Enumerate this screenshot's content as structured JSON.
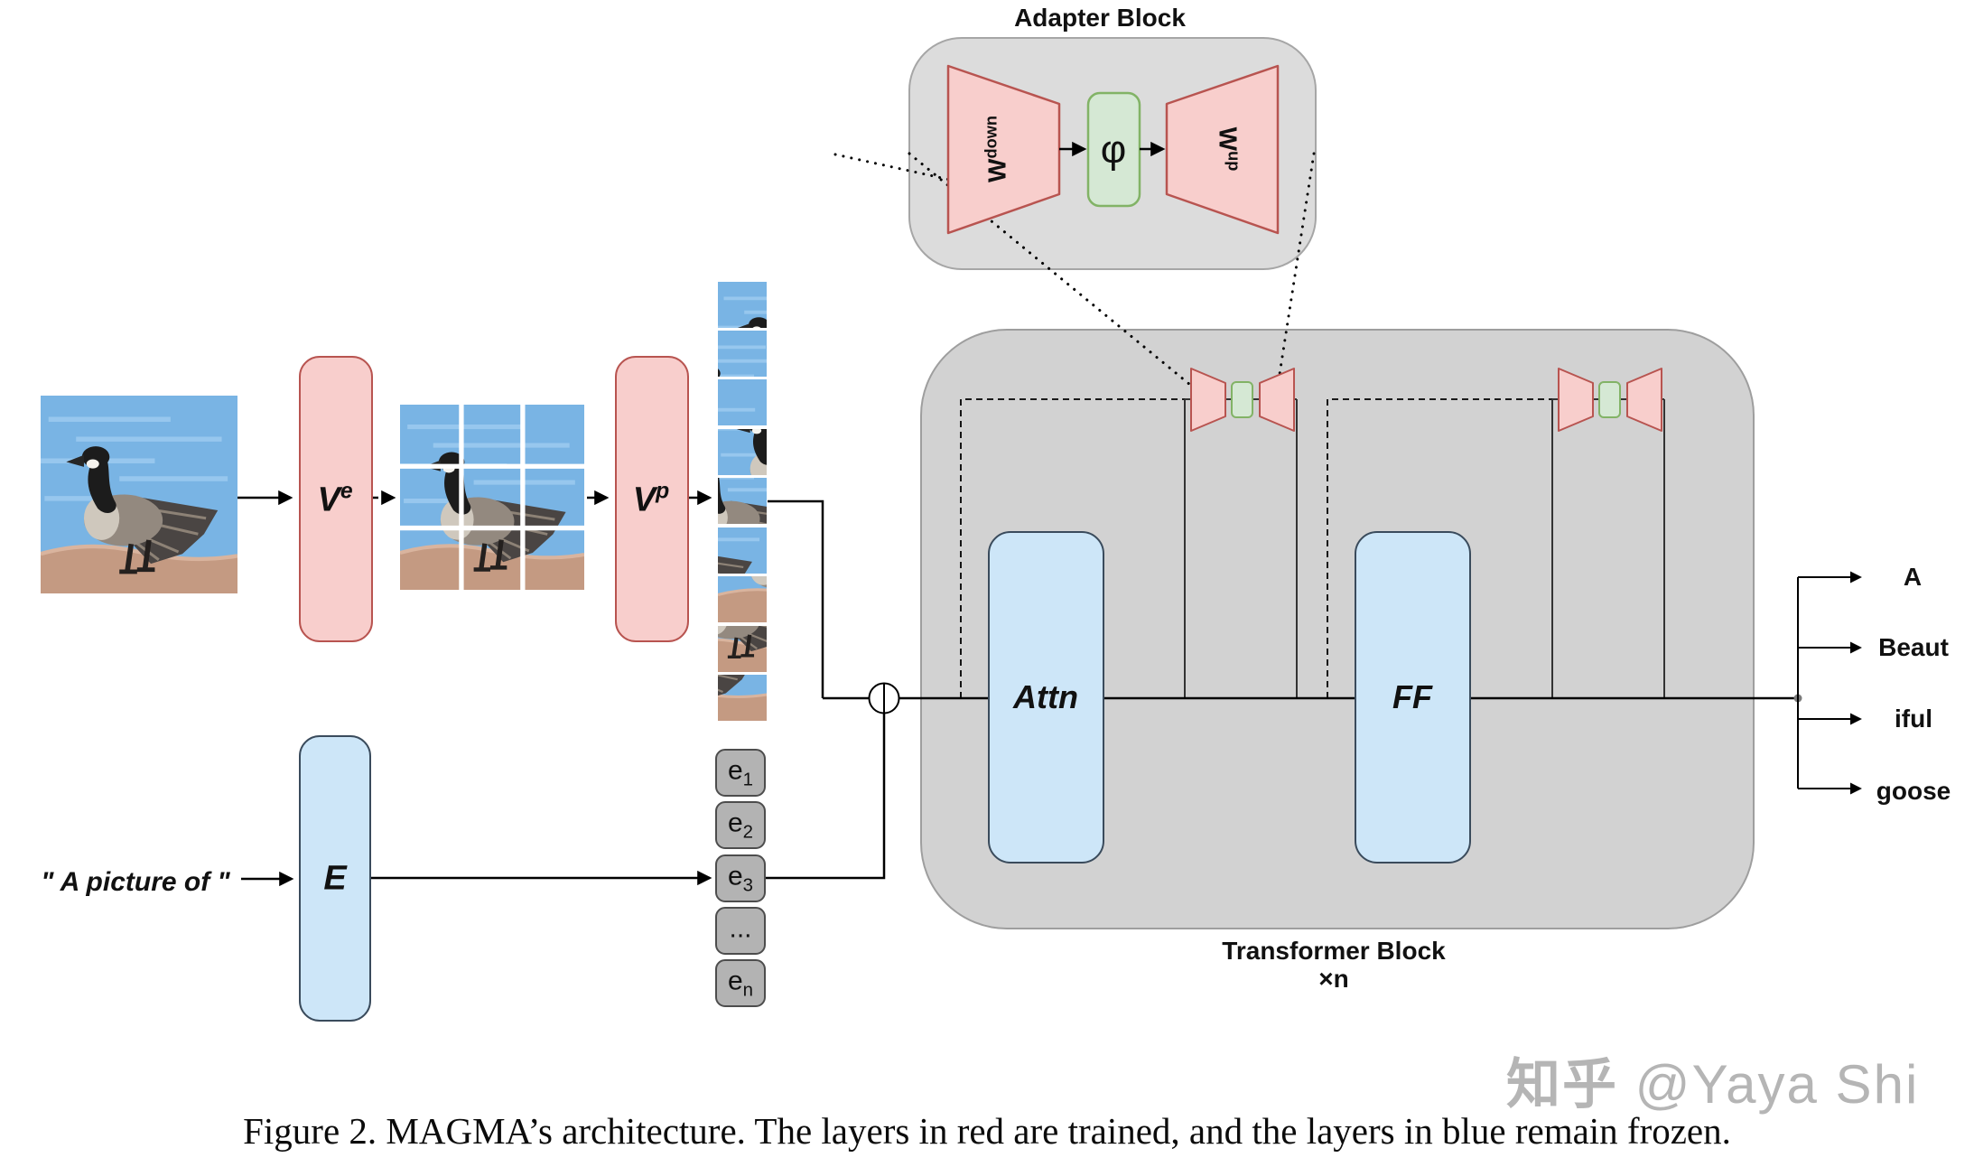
{
  "adapter_block": {
    "title": "Adapter Block",
    "w_down_base": "W",
    "w_down_sup": "down",
    "phi": "φ",
    "w_up_base": "W",
    "w_up_sup": "up"
  },
  "vision_path": {
    "v_e_base": "V",
    "v_e_sup": "e",
    "v_p_base": "V",
    "v_p_sup": "p"
  },
  "text_path": {
    "prompt": "\" A picture of \"",
    "embed_label": "E"
  },
  "tokens": [
    {
      "base": "e",
      "sub": "1"
    },
    {
      "base": "e",
      "sub": "2"
    },
    {
      "base": "e",
      "sub": "3"
    },
    {
      "base": "...",
      "sub": ""
    },
    {
      "base": "e",
      "sub": "n"
    }
  ],
  "transformer": {
    "attn_label": "Attn",
    "ff_label": "FF",
    "block_label_line1": "Transformer Block",
    "block_label_line2": "×n"
  },
  "outputs": [
    "A",
    "Beaut",
    "iful",
    "goose"
  ],
  "caption": "Figure 2. MAGMA’s architecture. The layers in red are trained, and the layers in blue remain frozen.",
  "watermark": {
    "site": "知乎",
    "user": "@Yaya Shi"
  },
  "colors": {
    "trained_pink_fill": "#f8cecc",
    "trained_pink_border": "#b85450",
    "frozen_blue_fill": "#cde6f8",
    "frozen_blue_border": "#3a4b5c",
    "adapter_green_fill": "#d5e8d4",
    "adapter_green_border": "#82b366",
    "transformer_gray": "#d2d2d2",
    "adapter_outer_gray": "#dcdcdc",
    "token_gray": "#b3b3b3"
  }
}
